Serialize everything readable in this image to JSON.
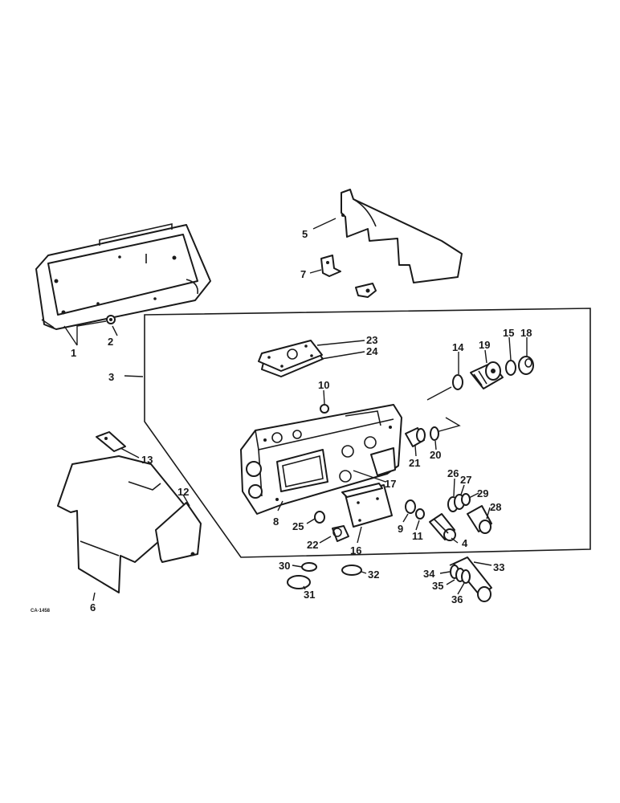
{
  "callouts": [
    "1",
    "2",
    "3",
    "4",
    "5",
    "6",
    "7",
    "8",
    "9",
    "10",
    "11",
    "12",
    "13",
    "14",
    "15",
    "16",
    "17",
    "18",
    "19",
    "20",
    "21",
    "22",
    "23",
    "24",
    "25",
    "26",
    "27",
    "28",
    "29",
    "30",
    "31",
    "32",
    "33",
    "34",
    "35",
    "36"
  ],
  "drawing_code": "CA-1458"
}
